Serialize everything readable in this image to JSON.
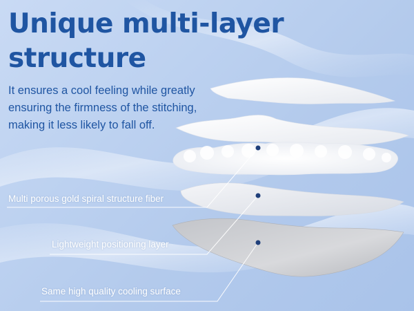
{
  "heading": {
    "title": "Unique multi-layer structure",
    "description": "It ensures a cool feeling while greatly ensuring the firmness of the stitching, making it less likely to fall off."
  },
  "layers": [
    {
      "label": "Multi porous gold spiral structure fiber"
    },
    {
      "label": "Lightweight positioning layer"
    },
    {
      "label": "Same high quality cooling surface"
    }
  ],
  "colors": {
    "title": "#1f55a2",
    "background": "#bcd1f0",
    "leader_dot": "#1f3f7a",
    "label_text": "#ffffff"
  }
}
